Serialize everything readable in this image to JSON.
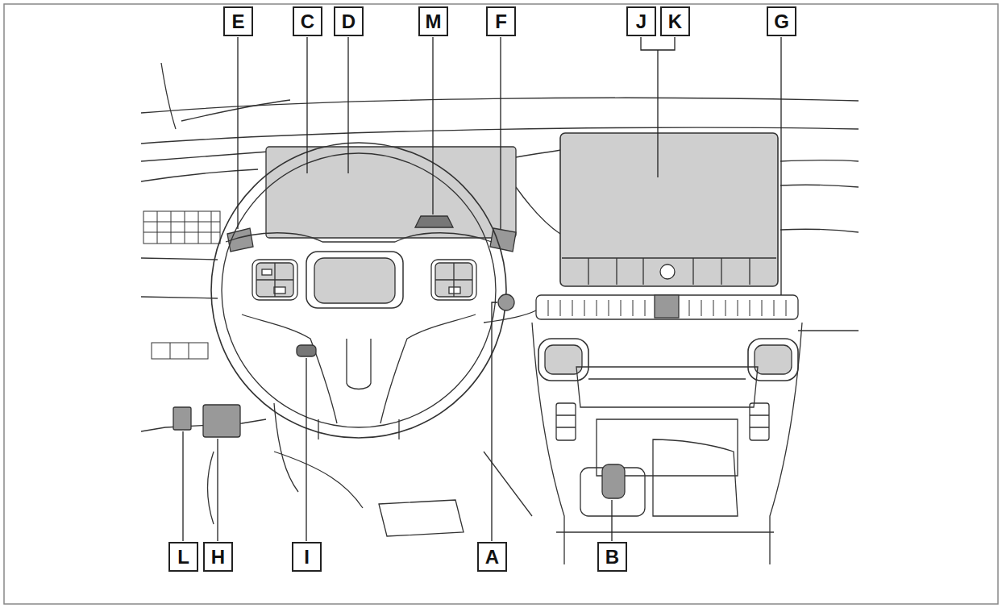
{
  "diagram": {
    "labels": [
      "E",
      "C",
      "D",
      "M",
      "F",
      "J",
      "K",
      "G",
      "L",
      "H",
      "I",
      "A",
      "B"
    ]
  }
}
